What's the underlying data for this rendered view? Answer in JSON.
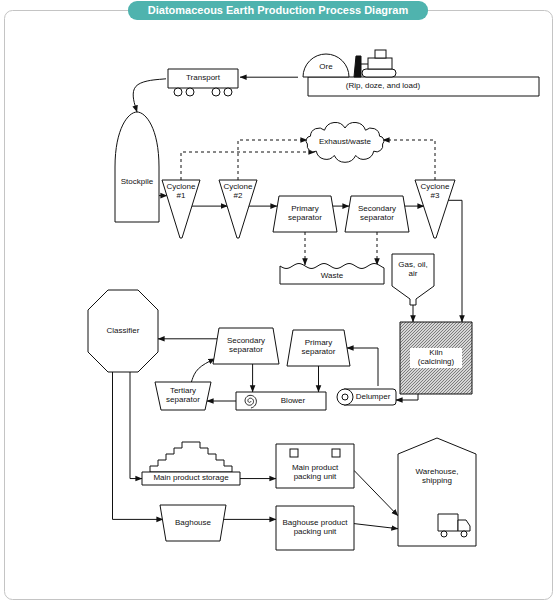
{
  "diagram": {
    "title": "Diatomaceous Earth Production Process Diagram",
    "nodes": [
      {
        "text": [
          "Ore",
          "(Rip, doze, and load)"
        ]
      },
      {
        "text": [
          "Transport"
        ]
      },
      {
        "text": [
          "Stockpile"
        ]
      },
      {
        "text": [
          "Cyclone #1"
        ]
      },
      {
        "text": [
          "Cyclone #2"
        ]
      },
      {
        "text": [
          "Primary separator"
        ]
      },
      {
        "text": [
          "Secondary separator"
        ]
      },
      {
        "text": [
          "Cyclone #3"
        ]
      },
      {
        "text": [
          "Exhaust/waste"
        ]
      },
      {
        "text": [
          "Waste"
        ]
      },
      {
        "text": [
          "Gas, oil, air"
        ]
      },
      {
        "text": [
          "Kiln (calcining)"
        ]
      },
      {
        "text": [
          "Delumper"
        ]
      },
      {
        "text": [
          "Primary separator"
        ]
      },
      {
        "text": [
          "Secondary separator"
        ]
      },
      {
        "text": [
          "Blower"
        ]
      },
      {
        "text": [
          "Tertiary separator"
        ]
      },
      {
        "text": [
          "Classifier"
        ]
      },
      {
        "text": [
          "Main product storage"
        ]
      },
      {
        "text": [
          "Main product packing unit"
        ]
      },
      {
        "text": [
          "Baghouse"
        ]
      },
      {
        "text": [
          "Baghouse product packing unit"
        ]
      },
      {
        "text": [
          "Warehouse, shipping"
        ]
      }
    ],
    "edges": [
      {
        "from": 0,
        "to": 1,
        "arrow": "to"
      },
      {
        "from": 1,
        "to": 2,
        "arrow": "to"
      },
      {
        "from": 2,
        "to": 3,
        "arrow": "to"
      },
      {
        "from": 3,
        "to": 8,
        "arrow": "to"
      },
      {
        "from": 3,
        "to": 4,
        "arrow": "to"
      },
      {
        "from": 4,
        "to": 8,
        "arrow": "to"
      },
      {
        "from": 4,
        "to": 5,
        "arrow": "to"
      },
      {
        "from": 5,
        "to": 9,
        "arrow": "to"
      },
      {
        "from": 5,
        "to": 6,
        "arrow": "to"
      },
      {
        "from": 6,
        "to": 9,
        "arrow": "to"
      },
      {
        "from": 6,
        "to": 7,
        "arrow": "to"
      },
      {
        "from": 7,
        "to": 8,
        "arrow": "to"
      },
      {
        "from": 7,
        "to": 11,
        "arrow": "to"
      },
      {
        "from": 10,
        "to": 11,
        "arrow": "to"
      },
      {
        "from": 11,
        "to": 12,
        "arrow": "to"
      },
      {
        "from": 12,
        "to": 13,
        "arrow": "to"
      },
      {
        "from": 13,
        "to": 15,
        "arrow": "to"
      },
      {
        "from": 14,
        "to": 15,
        "arrow": "to"
      },
      {
        "from": 15,
        "to": 16,
        "arrow": "to"
      },
      {
        "from": 16,
        "to": 14,
        "arrow": "to"
      },
      {
        "from": 14,
        "to": 17,
        "arrow": "to"
      },
      {
        "from": 17,
        "to": 18,
        "arrow": "to"
      },
      {
        "from": 17,
        "to": 20,
        "arrow": "to"
      },
      {
        "from": 18,
        "to": 19,
        "arrow": "to"
      },
      {
        "from": 20,
        "to": 21,
        "arrow": "to"
      },
      {
        "from": 19,
        "to": 22,
        "arrow": "to"
      },
      {
        "from": 21,
        "to": 22,
        "arrow": "to"
      }
    ]
  }
}
